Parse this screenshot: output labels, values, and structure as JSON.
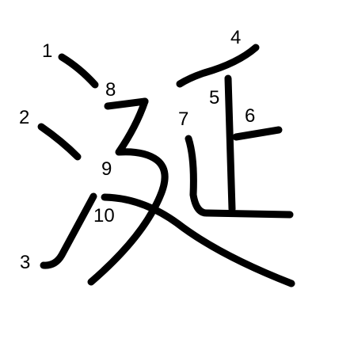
{
  "diagram": {
    "character": "涎",
    "stroke_count": 10,
    "stroke_numbers": [
      "1",
      "2",
      "3",
      "4",
      "5",
      "6",
      "7",
      "8",
      "9",
      "10"
    ]
  },
  "colors": {
    "background": "#ffffff",
    "stroke": "#000000",
    "label": "#000000"
  }
}
